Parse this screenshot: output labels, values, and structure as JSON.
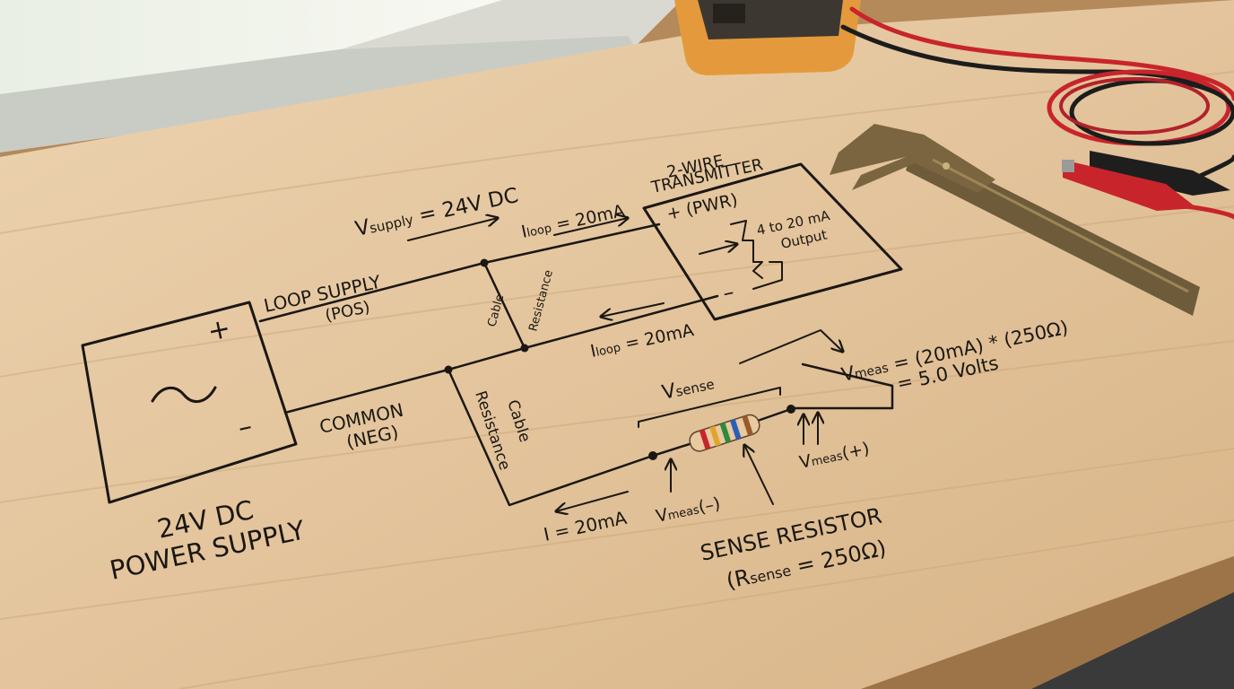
{
  "power_supply": {
    "title_line1": "24V DC",
    "title_line2": "POWER SUPPLY",
    "plus": "+",
    "minus": "–",
    "ac_symbol": "~"
  },
  "wires": {
    "v_supply_main": "V",
    "v_supply_sub": "supply",
    "v_supply_rest": " = 24V DC",
    "loop_supply": "LOOP SUPPLY",
    "loop_supply_pos": "(POS)",
    "common": "COMMON",
    "common_neg": "(NEG)",
    "i_loop_top_main": "I",
    "i_loop_top_sub": "loop",
    "i_loop_top_rest": " = 20mA",
    "i_loop_bottom_main": "I",
    "i_loop_bottom_sub": "loop",
    "i_loop_bottom_rest": " = 20mA",
    "cable_resistance_upper_1": "Cable",
    "cable_resistance_upper_2": "Resistance",
    "cable_resistance_lower_1": "Cable",
    "cable_resistance_lower_2": "Resistance",
    "i_bottom": "I = 20mA"
  },
  "transmitter": {
    "title_line1": "2-WIRE",
    "title_line2": "TRANSMITTER",
    "pwr_label": "+ (PWR)",
    "output_line1": "4 to 20 mA",
    "output_line2": "Output",
    "minus": "–"
  },
  "sense": {
    "v_sense_main": "V",
    "v_sense_sub": "sense",
    "v_meas_neg_main": "V",
    "v_meas_neg_sub": "meas",
    "v_meas_neg_rest": "(–)",
    "v_meas_pos_main": "V",
    "v_meas_pos_sub": "meas",
    "v_meas_pos_rest": "(+)",
    "resistor_title": "SENSE RESISTOR",
    "resistor_value_open": "(R",
    "resistor_value_sub": "sense",
    "resistor_value_rest": " = 250Ω)",
    "equation_main": "V",
    "equation_sub": "meas",
    "equation_rest": " = (20mA) * (250Ω)",
    "equation_result": "= 5.0 Volts"
  },
  "colors": {
    "wood_light": "#e6c9a3",
    "wood_dark": "#c9a276",
    "ink": "#1b1712",
    "multimeter": "#e49a3c",
    "probe_red": "#c8242b",
    "caliper": "#6e5b39"
  }
}
